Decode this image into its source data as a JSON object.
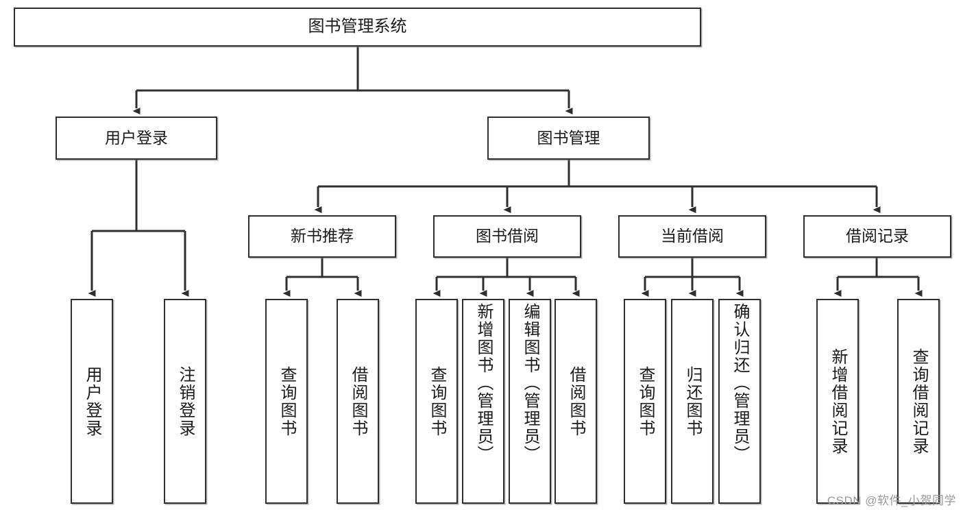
{
  "diagram": {
    "title": "图书管理系统",
    "root": {
      "label": "图书管理系统"
    },
    "level2": [
      {
        "label": "用户登录"
      },
      {
        "label": "图书管理"
      }
    ],
    "level3": [
      {
        "label": "新书推荐"
      },
      {
        "label": "图书借阅"
      },
      {
        "label": "当前借阅"
      },
      {
        "label": "借阅记录"
      }
    ],
    "leaves": {
      "user_login": [
        {
          "label": "用户登录"
        },
        {
          "label": "注销登录"
        }
      ],
      "new_book_recommend": [
        {
          "label": "查询图书"
        },
        {
          "label": "借阅图书"
        }
      ],
      "book_borrow": [
        {
          "label": "查询图书"
        },
        {
          "label": "新增图书（管理员）"
        },
        {
          "label": "编辑图书（管理员）"
        },
        {
          "label": "借阅图书"
        }
      ],
      "current_borrow": [
        {
          "label": "查询图书"
        },
        {
          "label": "归还图书"
        },
        {
          "label": "确认归还（管理员）"
        }
      ],
      "borrow_record": [
        {
          "label": "新增借阅记录"
        },
        {
          "label": "查询借阅记录"
        }
      ]
    },
    "watermark": "CSDN @软件_小贺同学",
    "colors": {
      "stroke": "#2f2f2f",
      "fill": "#ffffff",
      "text": "#1a1a1a",
      "watermark": "#9a9a9a"
    }
  }
}
